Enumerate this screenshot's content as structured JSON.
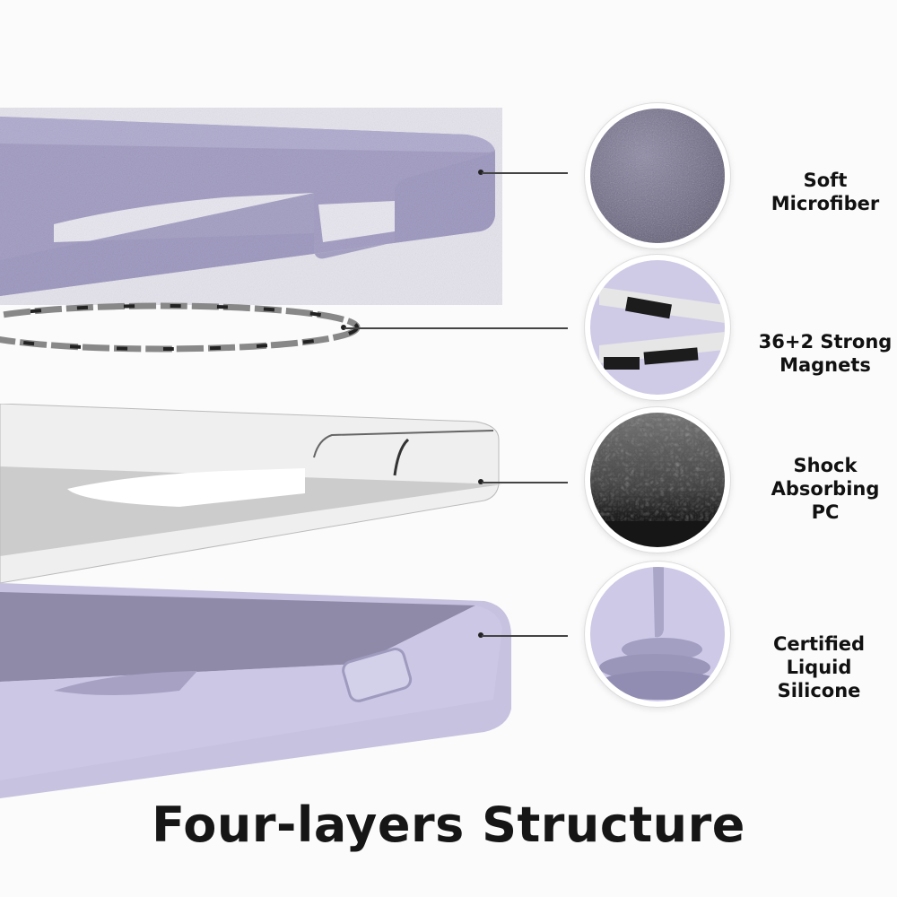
{
  "title": "Four-layers Structure",
  "colors": {
    "lavender": "#a9a4c9",
    "lavender_light": "#c8c4e0",
    "microfiber": "#6f6b86",
    "clear_pc": "#d9d9dc",
    "silicone": "#c9c5e3",
    "leader": "#444444",
    "text": "#111111"
  },
  "layers": [
    {
      "name": "Soft Microfiber",
      "label_lines": [
        "Soft",
        "Microfiber"
      ],
      "swatch_icon": "microfiber-texture-icon"
    },
    {
      "name": "36+2 Strong Magnets",
      "label_lines": [
        "36+2 Strong",
        "Magnets"
      ],
      "swatch_icon": "magnet-ring-icon"
    },
    {
      "name": "Shock Absorbing PC",
      "label_lines": [
        "Shock",
        "Absorbing",
        "PC"
      ],
      "swatch_icon": "pc-granules-icon"
    },
    {
      "name": "Certified Liquid Silicone",
      "label_lines": [
        "Certified",
        "Liquid",
        "Silicone"
      ],
      "swatch_icon": "liquid-silicone-icon"
    }
  ]
}
